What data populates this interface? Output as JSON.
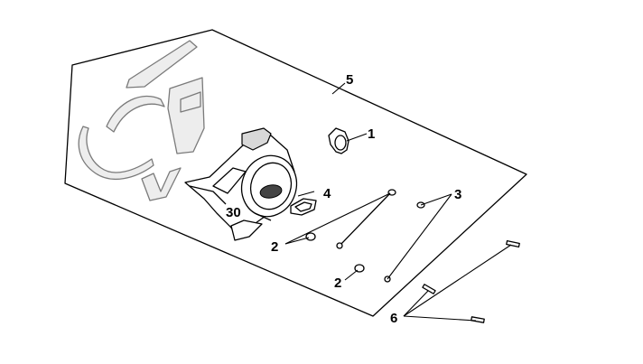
{
  "callouts": {
    "item_1": "1",
    "item_2_upper": "2",
    "item_2_lower": "2",
    "item_3": "3",
    "item_4": "4",
    "item_5": "5",
    "item_6": "6",
    "item_30": "30"
  }
}
